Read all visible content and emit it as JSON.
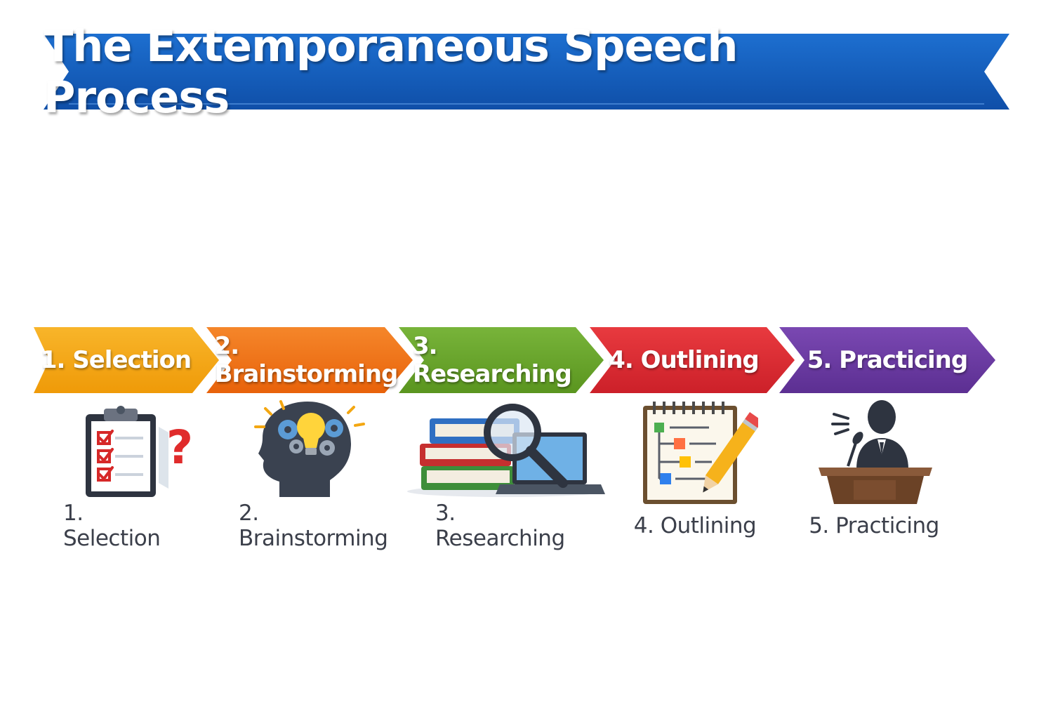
{
  "title": "The Extemporaneous Speech Process",
  "colors": {
    "banner": "#1565c0",
    "selection": "#f5a514",
    "brainstorming": "#ef7212",
    "researching": "#66a42a",
    "outlining": "#dc2b34",
    "practicing": "#6a3aa0"
  },
  "steps": [
    {
      "label": "1. Selection",
      "caption": "1. Selection",
      "icon": "clipboard-checklist-icon"
    },
    {
      "label": "2. Brainstorming",
      "caption": "2. Brainstorming",
      "icon": "head-lightbulb-gears-icon"
    },
    {
      "label": "3. Researching",
      "caption": "3. Researching",
      "icon": "books-magnifier-laptop-icon"
    },
    {
      "label": "4. Outlining",
      "caption": "4. Outlining",
      "icon": "notepad-outline-pencil-icon"
    },
    {
      "label": "5. Practicing",
      "caption": "5. Practicing",
      "icon": "speaker-podium-icon"
    }
  ]
}
